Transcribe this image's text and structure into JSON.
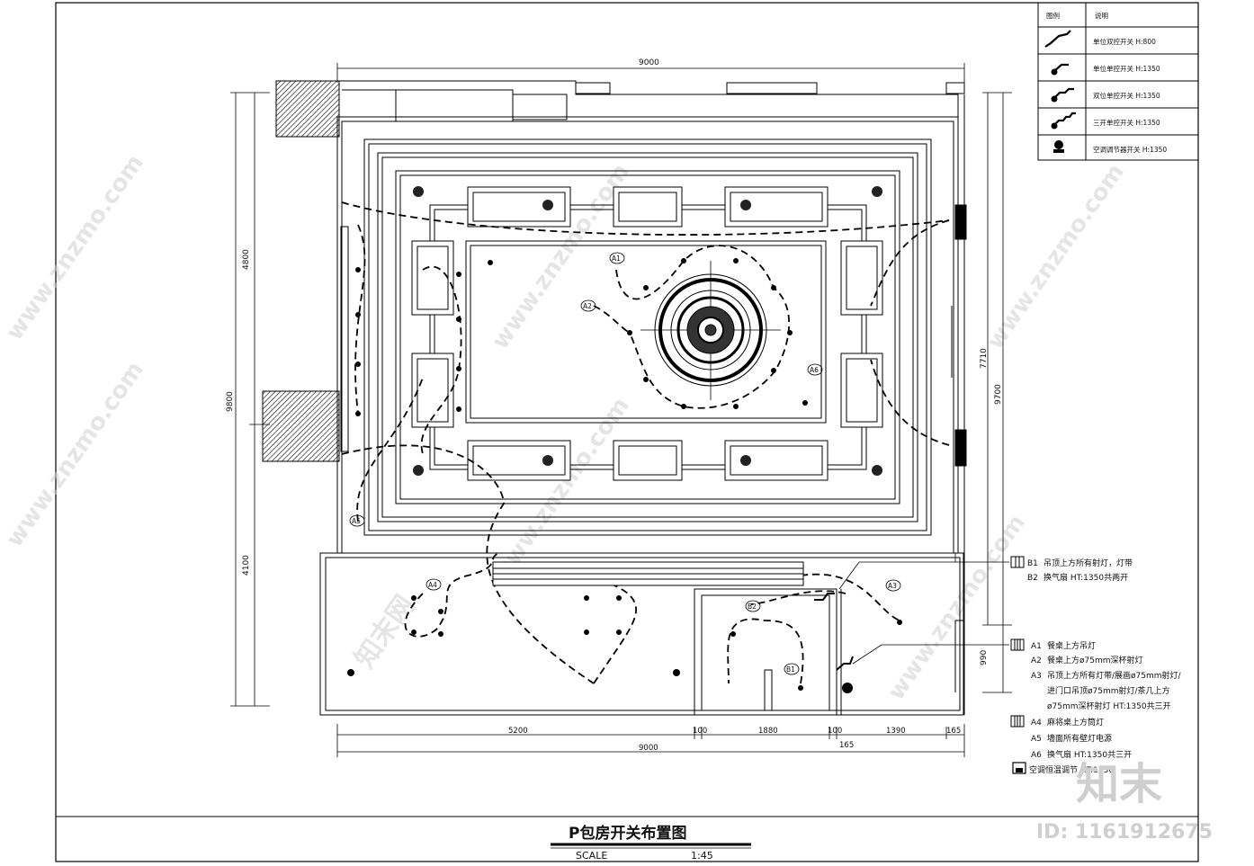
{
  "drawing": {
    "title": "P包房开关布置图",
    "scale_label": "SCALE",
    "scale_value": "1:45"
  },
  "legend": {
    "header_symbol": "图例",
    "header_desc": "说明",
    "rows": [
      {
        "icon": "double-control-switch-icon",
        "text": "单位双控开关  H:800"
      },
      {
        "icon": "single-switch-icon",
        "text": "单位单控开关  H:1350"
      },
      {
        "icon": "double-switch-icon",
        "text": "双位单控开关  H:1350"
      },
      {
        "icon": "triple-switch-icon",
        "text": "三开单控开关  H:1350"
      },
      {
        "icon": "ac-thermostat-icon",
        "text": "空调调节器开关 H:1350"
      }
    ]
  },
  "dimensions": {
    "top_total": "9000",
    "bottom_total": "9000",
    "bottom_segments": [
      "5200",
      "100",
      "1880",
      "100",
      "1390",
      "165"
    ],
    "bottom_extra": "165",
    "left_upper": "4800",
    "left_total": "9800",
    "left_lower": "4100",
    "right_inner": "7710",
    "right_outer": "9700",
    "right_lower": "990"
  },
  "circuit_labels": [
    "A1",
    "A2",
    "A3",
    "A4",
    "A5",
    "A6",
    "B1",
    "B2"
  ],
  "notes": {
    "group_b": [
      {
        "tag": "B1",
        "text": "吊顶上方所有射灯，灯带"
      },
      {
        "tag": "B2",
        "text": "换气扇    HT:1350共两开"
      }
    ],
    "group_a": [
      {
        "tag": "A1",
        "text": "餐桌上方吊灯"
      },
      {
        "tag": "A2",
        "text": "餐桌上方ø75mm深杯射灯"
      },
      {
        "tag": "A3",
        "text": "吊顶上方所有灯带/展画ø75mm射灯/"
      },
      {
        "tag": "",
        "text": "进门口吊顶ø75mm射灯/茶几上方"
      },
      {
        "tag": "",
        "text": "ø75mm深杯射灯     HT:1350共三开"
      }
    ],
    "group_a4": [
      {
        "tag": "A4",
        "text": "麻将桌上方筒灯"
      },
      {
        "tag": "A5",
        "text": "墙面所有壁灯电源"
      },
      {
        "tag": "A6",
        "text": "换气扇    HT:1350共三开"
      }
    ],
    "ac_note": "空调恒温调节   HT:1350"
  },
  "watermark": {
    "site": "www.znzmo.com",
    "brand": "知末网",
    "corner_brand": "知末",
    "id_text": "ID: 1161912675"
  }
}
